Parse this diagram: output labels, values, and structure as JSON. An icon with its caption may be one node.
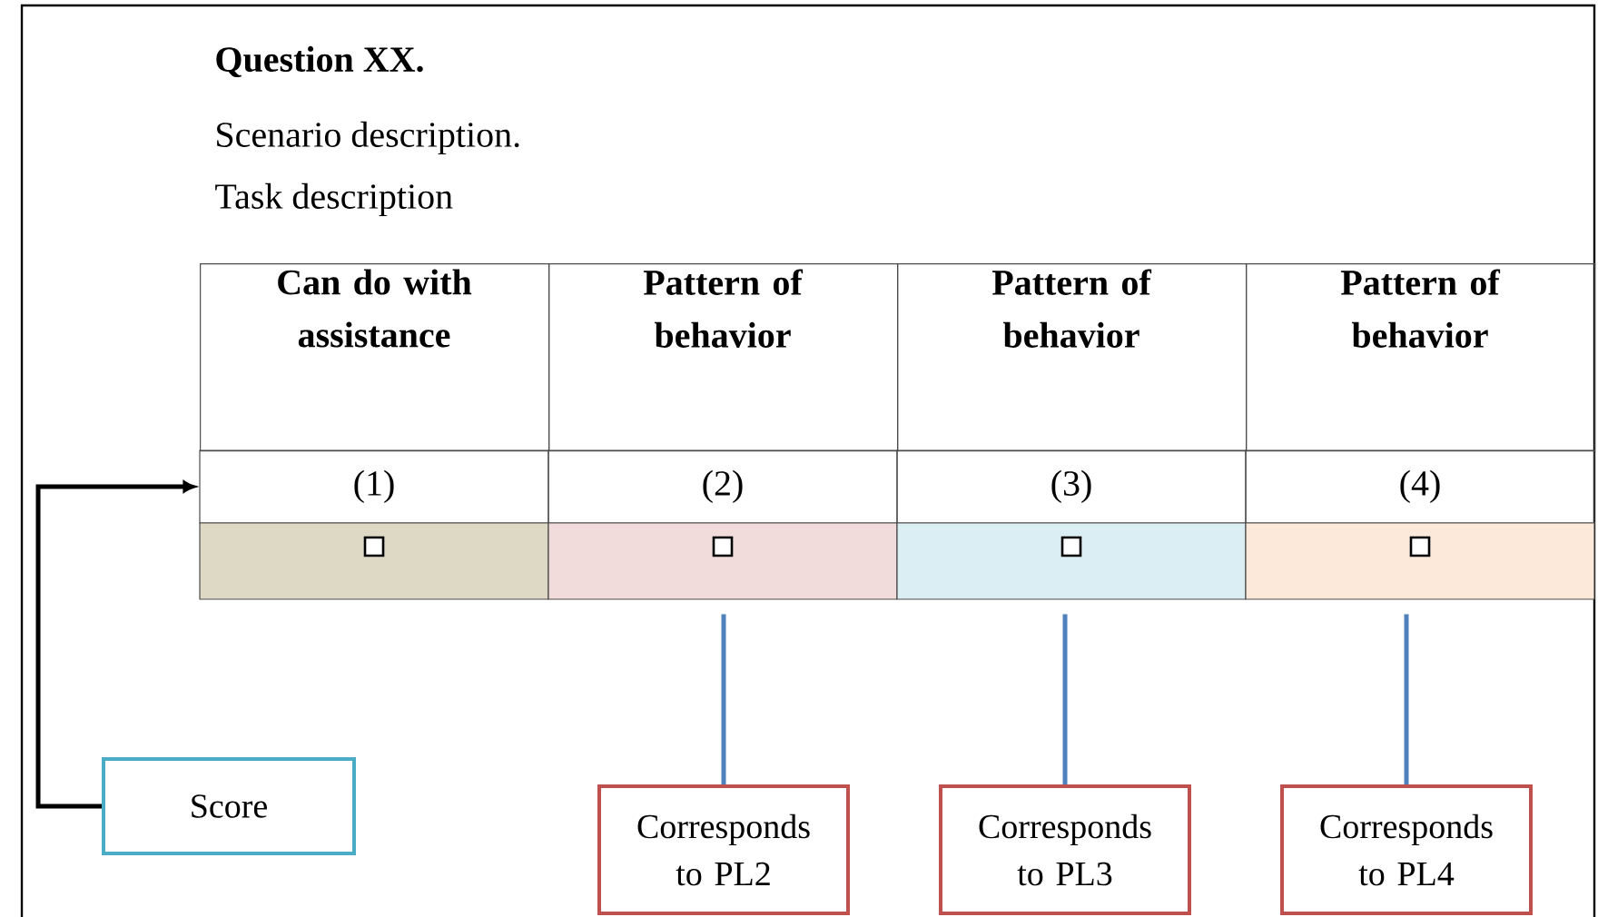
{
  "diagram": {
    "title": "Question XX.",
    "nodes": [
      {
        "text": [
          "Can do with assistance"
        ]
      },
      {
        "text": [
          "Pattern of behavior"
        ]
      },
      {
        "text": [
          "Pattern of behavior"
        ]
      },
      {
        "text": [
          "Pattern of behavior"
        ]
      },
      {
        "text": [
          "(1)"
        ]
      },
      {
        "text": [
          "(2)"
        ]
      },
      {
        "text": [
          "(3)"
        ]
      },
      {
        "text": [
          "(4)"
        ]
      },
      {
        "text": [],
        "shape": "box"
      },
      {
        "text": [],
        "shape": "box"
      },
      {
        "text": [],
        "shape": "box"
      },
      {
        "text": [],
        "shape": "box"
      },
      {
        "text": [
          "Score"
        ]
      },
      {
        "text": [
          "Corresponds to PL2"
        ]
      },
      {
        "text": [
          "Corresponds to PL3"
        ]
      },
      {
        "text": [
          "Corresponds to PL4"
        ]
      }
    ],
    "edges": [
      {
        "from": 12,
        "to": 4,
        "arrow": "to",
        "color": "#000000"
      },
      {
        "from": 9,
        "to": 13,
        "arrow": "none"
      },
      {
        "from": 10,
        "to": 14,
        "arrow": "none"
      },
      {
        "from": 11,
        "to": 15,
        "arrow": "none"
      }
    ],
    "labels": [
      "Scenario description.",
      "Task description"
    ]
  }
}
